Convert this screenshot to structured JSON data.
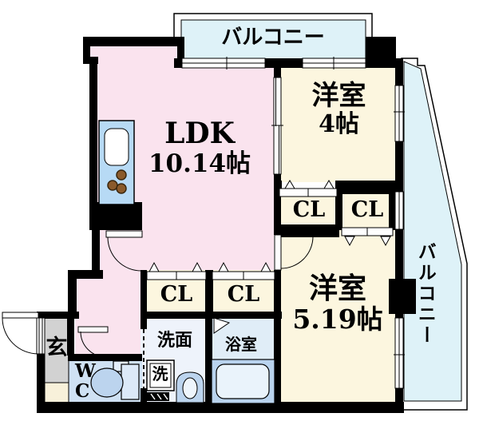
{
  "labels": {
    "balcony_top": "バルコニー",
    "balcony_right": "バルコニー",
    "ldk_name": "LDK",
    "ldk_size": "10.14帖",
    "room4_name": "洋室",
    "room4_size": "4帖",
    "room5_name": "洋室",
    "room5_size": "5.19帖",
    "closets": [
      "CL",
      "CL",
      "CL",
      "CL"
    ],
    "entrance": "玄",
    "wc_line1": "W",
    "wc_line2": "C",
    "washroom": "洗面",
    "washer": "洗",
    "bathroom": "浴室"
  },
  "colors": {
    "wall": "#000000",
    "pink": "#fae3ee",
    "cream": "#fcf6df",
    "cyan": "#def2f8",
    "kitchen": "#b7daf5",
    "wcblue": "#cfe1f3",
    "senmen": "#eef3fb",
    "bath": "#e0edf7",
    "tub": "#b9d3ee",
    "tubinner": "#eaf3fb",
    "fixture": "#bcd4ee",
    "gray": "#d2d2d2",
    "shoebox": "#f8f1da",
    "burner": "#8a5a2b"
  }
}
